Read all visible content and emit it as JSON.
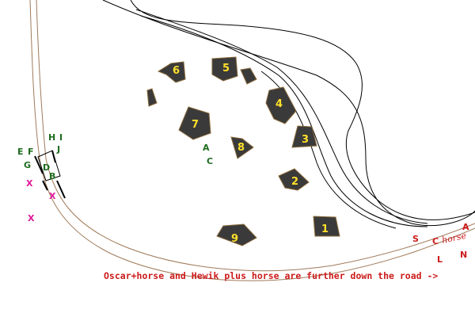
{
  "buildings": [
    {
      "label": "1"
    },
    {
      "label": "2"
    },
    {
      "label": "3"
    },
    {
      "label": "4"
    },
    {
      "label": "5"
    },
    {
      "label": "6"
    },
    {
      "label": "7"
    },
    {
      "label": "8"
    },
    {
      "label": "9"
    }
  ],
  "green_labels": [
    "E",
    "F",
    "G",
    "H",
    "I",
    "J",
    "D",
    "B",
    "A",
    "C"
  ],
  "magenta_markers": [
    "X",
    "X",
    "X"
  ],
  "red_labels": {
    "s": "S",
    "c": "C",
    "horse": "horse",
    "a": "A",
    "l": "L",
    "n": "N"
  },
  "caption": "Oscar+horse and Hewik plus horse are further down the road ->",
  "colors": {
    "building_fill": "#3a3a3a",
    "building_number": "#ffe02a",
    "road": "#a07a5a",
    "terrain_line": "#000000",
    "green_label": "#1e6b1e",
    "magenta_marker": "#e0189a",
    "red_label": "#cc1b1b"
  }
}
